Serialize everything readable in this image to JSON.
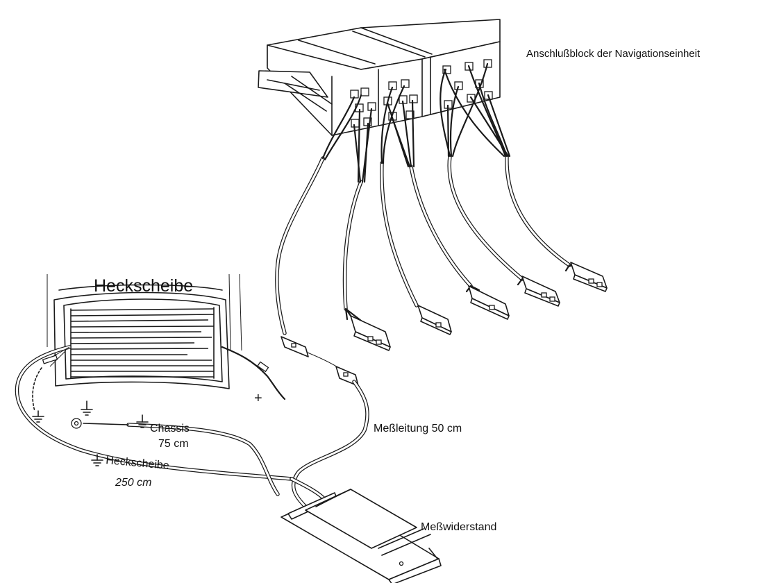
{
  "labels": {
    "connector_block": "Anschlußblock der Navigationseinheit",
    "rear_window_title": "Heckscheibe",
    "chassis": "Chassis",
    "chassis_length": "75 cm",
    "rear_window_ground": "Heckscheibe",
    "rear_window_length": "250 cm",
    "measuring_lead": "Meßleitung 50 cm",
    "measuring_resistor": "Meßwiderstand",
    "plus_sign": "+"
  },
  "colors": {
    "ink": "#1a1a1a",
    "background": "#ffffff"
  }
}
